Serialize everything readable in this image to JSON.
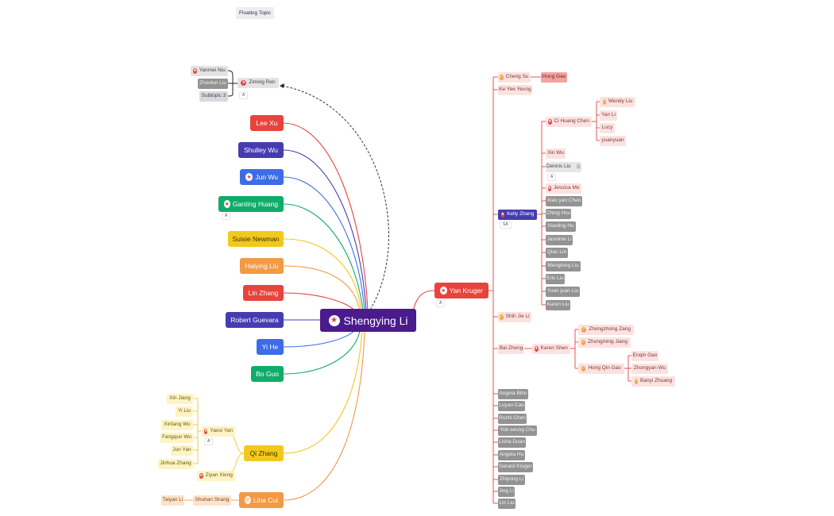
{
  "floating_topic": "Floating Topic",
  "root": {
    "label": "Shengying Li",
    "icon": "star-icon",
    "color": "#4a1b8c"
  },
  "left_branches": [
    {
      "label": "Lee Xu",
      "color": "#e8433d"
    },
    {
      "label": "Shulley Wu",
      "color": "#463cb0"
    },
    {
      "label": "Jun Wu",
      "color": "#3e6ce8",
      "icon": "star-icon"
    },
    {
      "label": "Ganting Huang",
      "color": "#0fad6a",
      "icon": "star-icon",
      "badge": "A"
    },
    {
      "label": "Suisie Newman",
      "color": "#f2c81d"
    },
    {
      "label": "Haiying Liu",
      "color": "#f29a44"
    },
    {
      "label": "Lin Zhang",
      "color": "#e8433d"
    },
    {
      "label": "Robert Guevara",
      "color": "#463cb0"
    },
    {
      "label": "Yi He",
      "color": "#3e6ce8"
    },
    {
      "label": "Bo Guo",
      "color": "#0fad6a"
    },
    {
      "label": "Qi Zhang",
      "color": "#f2c81d"
    },
    {
      "label": "Lina Cui",
      "color": "#f29a44",
      "icon": "slash-icon"
    }
  ],
  "ziming": {
    "label": "Ziming Ren",
    "badge": "A",
    "children": [
      "Yanmei Niu",
      "Zhoulun Liu",
      "Subtopic 3"
    ]
  },
  "qi_zhang_children": {
    "yaosi": {
      "label": "Yaosi Yan",
      "badge": "A",
      "children": [
        "Xin Jiang",
        "Yi Liu",
        "Xinfang Wu",
        "Fangqun Wu",
        "Jun Yan",
        "Jinhua Zhang"
      ]
    },
    "ziyan": {
      "label": "Ziyan Xiong"
    }
  },
  "lina_cui_children": {
    "shuhan": "Shuhan Shang",
    "taiyan": "Taiyan Li"
  },
  "yan_kruger": {
    "label": "Yan Kruger",
    "color": "#e8433d",
    "badge": "A"
  },
  "right": {
    "cheng_su": "Cheng Su",
    "hong_gao": "Hong Gao",
    "ke_yee_yeung": "Ke Yee Yeung",
    "kelly_zhang": {
      "label": "Kelly Zhang",
      "badge": "SA"
    },
    "ci_huang_chen": "Ci Huang Chen",
    "ci_children": [
      "Wendy Liu",
      "Yan Li",
      "Lucy",
      "yuanyuan"
    ],
    "xin_wu": "Xin Wu",
    "dennis_liu": {
      "label": "Dennis Liu",
      "badge": "A"
    },
    "jessica_mo": "Jessica Mo",
    "gray_list": [
      "Xiao yan Chen",
      "Ching Hsu",
      "Xiaoling Hu",
      "Jasmine Li",
      "Qiao Lin",
      "Mengtong Liu",
      "Eric Liu",
      "Yuan juan Liu",
      "Karen Liu"
    ],
    "shih_jie_li": "Shih Jie Li",
    "bai_zheng": "Bai Zheng",
    "karen_shen": "Karen Shen",
    "karen_children": [
      "Zhongzhong Zang",
      "Zhongming Jiang",
      "Hong Qin Gao"
    ],
    "hong_qin_children": [
      "Enqin Gao",
      "Zhongyan Wu",
      "Baoyi Zhuang"
    ],
    "bottom_list": [
      "Angela Bihn",
      "Luyao Cao",
      "Ruzhi Chen",
      "Yok-seung Chu",
      "Lisha Duan",
      "Angela Hu",
      "Gerard Kruger",
      "Zhiyong Li",
      "Jing Li",
      "Lin Liu"
    ]
  }
}
